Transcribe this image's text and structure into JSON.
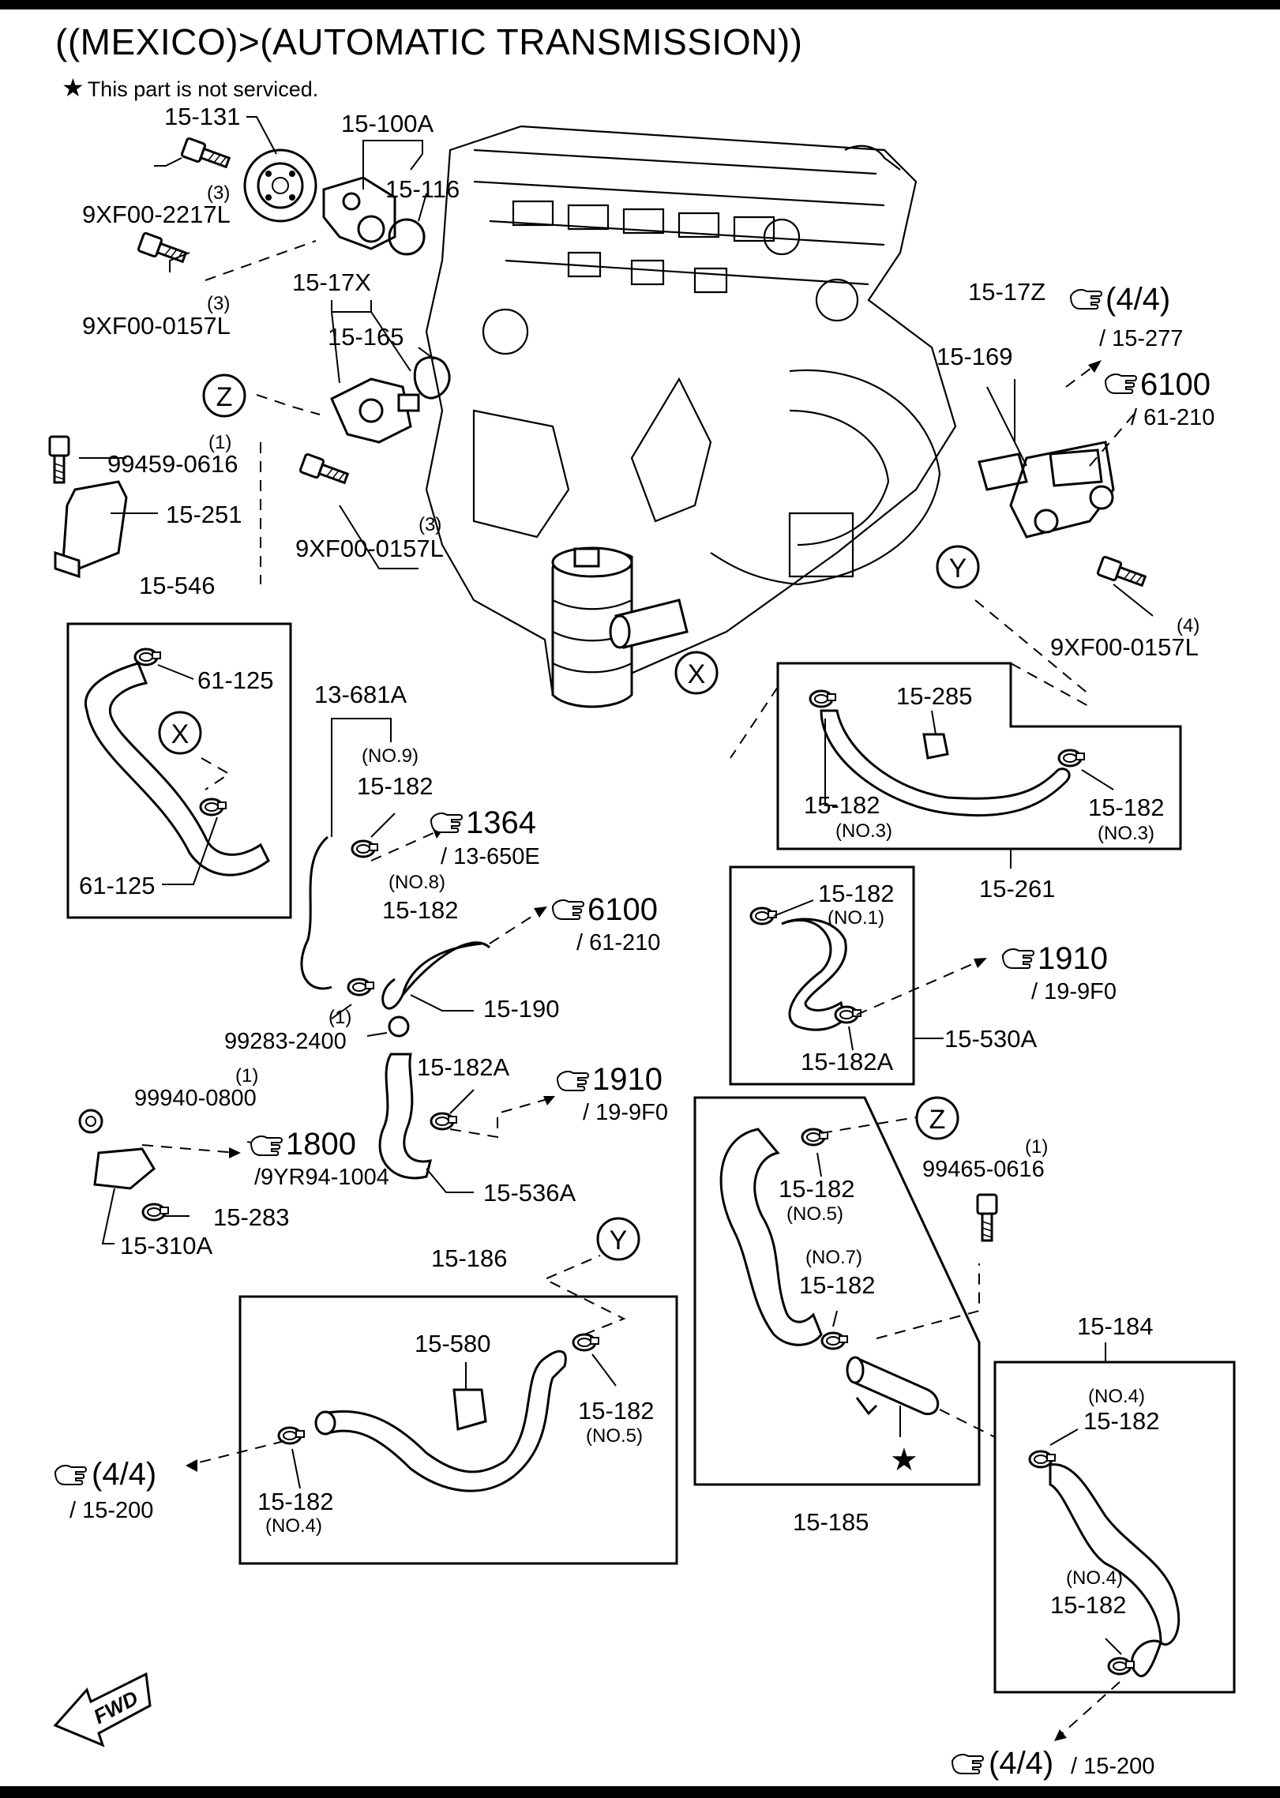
{
  "header": {
    "title": "((MEXICO)>(AUTOMATIC TRANSMISSION))",
    "note_symbol": "★",
    "note": "This part is not serviced."
  },
  "parts": {
    "p15_131": "15-131",
    "p15_100a": "15-100A",
    "p15_116": "15-116",
    "p9xf_2217_qty": "(3)",
    "p9xf_2217": "9XF00-2217L",
    "p9xf_0157a_qty": "(3)",
    "p9xf_0157a": "9XF00-0157L",
    "p15_17x": "15-17X",
    "p15_165": "15-165",
    "p99459_qty": "(1)",
    "p99459": "99459-0616",
    "p15_251": "15-251",
    "p9xf_0157b_qty": "(3)",
    "p9xf_0157b": "9XF00-0157L",
    "p15_17z": "15-17Z",
    "p15_169": "15-169",
    "p9xf_0157c_qty": "(4)",
    "p9xf_0157c": "9XF00-0157L",
    "p15_546": "15-546",
    "p61_125a": "61-125",
    "p61_125b": "61-125",
    "p13_681a": "13-681A",
    "p15_182_no9_tag": "(NO.9)",
    "p15_182_no9": "15-182",
    "p15_182_no8_tag": "(NO.8)",
    "p15_182_no8": "15-182",
    "p15_190": "15-190",
    "p99283_qty": "(1)",
    "p99283": "99283-2400",
    "p15_182a_l": "15-182A",
    "p99940_qty": "(1)",
    "p99940": "99940-0800",
    "p15_536a": "15-536A",
    "p15_283": "15-283",
    "p15_310a": "15-310A",
    "p15_285": "15-285",
    "p15_182_no3a": "15-182",
    "p15_182_no3a_tag": "(NO.3)",
    "p15_182_no3b": "15-182",
    "p15_182_no3b_tag": "(NO.3)",
    "p15_261": "15-261",
    "p15_182_no1": "15-182",
    "p15_182_no1_tag": "(NO.1)",
    "p15_182a_r": "15-182A",
    "p15_530a": "15-530A",
    "p15_182_no5a": "15-182",
    "p15_182_no5a_tag": "(NO.5)",
    "p15_182_no7_tag": "(NO.7)",
    "p15_182_no7": "15-182",
    "p99465_qty": "(1)",
    "p99465": "99465-0616",
    "p15_185": "15-185",
    "p15_186": "15-186",
    "p15_580": "15-580",
    "p15_182_no5b": "15-182",
    "p15_182_no5b_tag": "(NO.5)",
    "p15_182_no4a": "15-182",
    "p15_182_no4a_tag": "(NO.4)",
    "p15_184": "15-184",
    "p15_182_no4b_tag": "(NO.4)",
    "p15_182_no4b": "15-182",
    "p15_182_no4c_tag": "(NO.4)",
    "p15_182_no4c": "15-182",
    "star_mark": "★"
  },
  "refs": {
    "r_44_top": "(4/4)",
    "r_44_top_sub": "/ 15-277",
    "r_6100_top": "6100",
    "r_6100_top_sub": "/ 61-210",
    "r_1364": "1364",
    "r_1364_sub": "/ 13-650E",
    "r_6100_mid": "6100",
    "r_6100_mid_sub": "/ 61-210",
    "r_1910_r": "1910",
    "r_1910_r_sub": "/ 19-9F0",
    "r_1910_l": "1910",
    "r_1910_l_sub": "/ 19-9F0",
    "r_1800": "1800",
    "r_1800_sub": "/9YR94-1004",
    "r_44_left": "(4/4)",
    "r_44_left_sub": "/ 15-200",
    "r_44_bottom": "(4/4)",
    "r_44_bottom_sub": "/ 15-200"
  },
  "markers": {
    "z_left": "Z",
    "y_right": "Y",
    "x_engine": "X",
    "x_box": "X",
    "z_box": "Z",
    "y_box": "Y"
  },
  "fwd": "FWD",
  "icons": [
    "star-icon",
    "pointing-hand-icon",
    "fwd-arrow-icon"
  ]
}
